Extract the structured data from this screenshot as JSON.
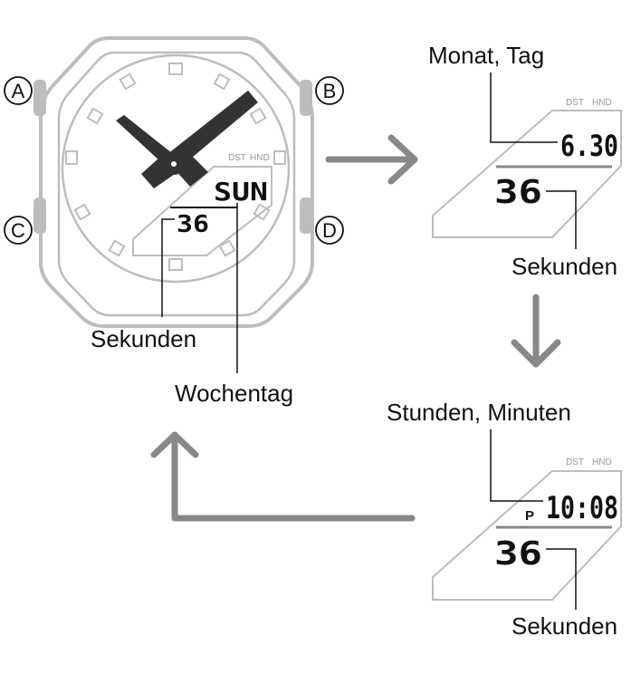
{
  "buttons": {
    "a": "A",
    "b": "B",
    "c": "C",
    "d": "D"
  },
  "indicators": {
    "dst": "DST",
    "hnd": "HND"
  },
  "watch": {
    "weekday_display": "SUN",
    "seconds_display": "36"
  },
  "panel_date": {
    "display": "6.30",
    "seconds_display": "36"
  },
  "panel_time": {
    "pm_marker": "P",
    "display": "10:08",
    "seconds_display": "36"
  },
  "labels": {
    "watch_seconds": "Sekunden",
    "watch_weekday": "Wochentag",
    "date_label": "Monat, Tag",
    "date_seconds": "Sekunden",
    "time_label": "Stunden, Minuten",
    "time_seconds": "Sekunden"
  },
  "colors": {
    "line": "#bdbdbd",
    "arrow": "#888888",
    "ink": "#111111"
  }
}
